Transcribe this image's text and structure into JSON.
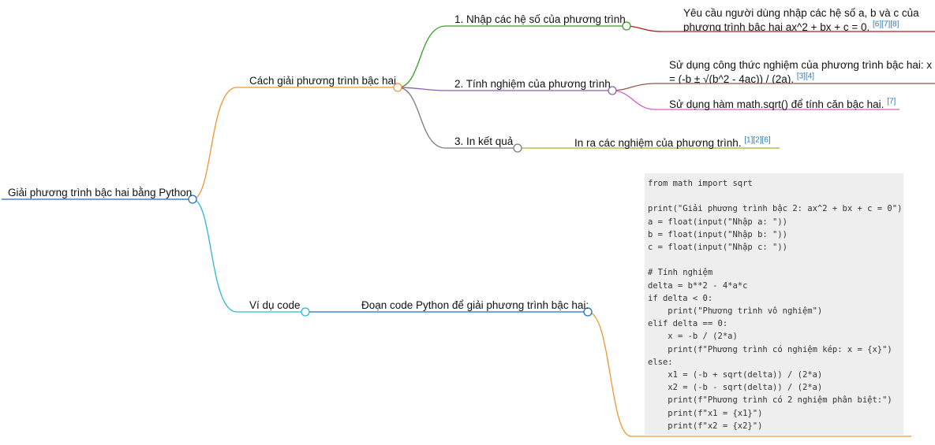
{
  "root": {
    "label": "Giải phương trình bậc hai bằng Python"
  },
  "branches": [
    {
      "label": "Cách giải phương trình bậc hai",
      "children": [
        {
          "label": "1. Nhập các hệ số của phương trình",
          "note": {
            "text": "Yêu cầu người dùng nhập các hệ số a, b và c của phương trình bậc hai ax^2 + bx + c = 0.",
            "citations": "[6][7][8]"
          }
        },
        {
          "label": "2. Tính nghiệm của phương trình",
          "notes": [
            {
              "text": "Sử dụng công thức nghiệm của phương trình bậc hai: x = (-b ± √(b^2 - 4ac)) / (2a).",
              "citations": "[3][4]"
            },
            {
              "text": "Sử dụng hàm math.sqrt() để tính căn bậc hai.",
              "citations": "[7]"
            }
          ]
        },
        {
          "label": "3. In kết quả",
          "note": {
            "text": "In ra các nghiệm của phương trình.",
            "citations": "[1][2][6]"
          }
        }
      ]
    },
    {
      "label": "Ví dụ code",
      "children": [
        {
          "label": "Đoạn code Python để giải phương trình bậc hai:",
          "code": "from math import sqrt\n\nprint(\"Giải phương trình bậc 2: ax^2 + bx + c = 0\")\na = float(input(\"Nhập a: \"))\nb = float(input(\"Nhập b: \"))\nc = float(input(\"Nhập c: \"))\n\n# Tính nghiệm\ndelta = b**2 - 4*a*c\nif delta < 0:\n    print(\"Phương trình vô nghiệm\")\nelif delta == 0:\n    x = -b / (2*a)\n    print(f\"Phương trình có nghiệm kép: x = {x}\")\nelse:\n    x1 = (-b + sqrt(delta)) / (2*a)\n    x2 = (-b - sqrt(delta)) / (2*a)\n    print(f\"Phương trình có 2 nghiệm phân biệt:\")\n    print(f\"x1 = {x1}\")\n    print(f\"x2 = {x2}\")"
        }
      ]
    }
  ],
  "colors": {
    "root": "#1a6fc4",
    "branch_method": "#f0962e",
    "branch_example": "#2ab8d4",
    "step_input": "#3a9e2a",
    "step_compute": "#8e5ea6",
    "step_output": "#7a7a7a",
    "note_input": "#b02020",
    "note_formula": "#8a5a44",
    "note_sqrt": "#d060c0",
    "note_output": "#a6b02a",
    "code_link": "#1a6fc4",
    "code_bracket": "#f0962e",
    "node_fill": "#ffffff"
  }
}
